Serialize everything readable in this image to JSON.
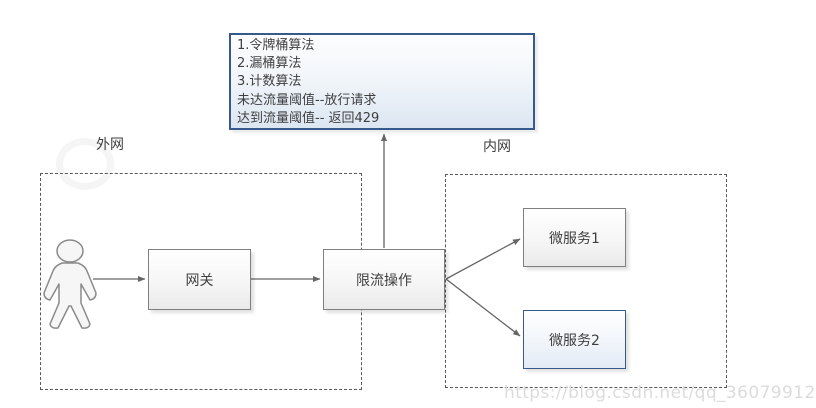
{
  "diagram": {
    "annotation_box": {
      "lines": [
        "1.令牌桶算法",
        "2.漏桶算法",
        "3.计数算法",
        "未达流量阈值--放行请求",
        "达到流量阈值-- 返回429"
      ]
    },
    "zones": {
      "external_label": "外网",
      "internal_label": "内网"
    },
    "nodes": {
      "gateway": "网关",
      "rate_limit": "限流操作",
      "microservice1": "微服务1",
      "microservice2": "微服务2"
    },
    "icons": {
      "user_actor": "user-actor-icon"
    },
    "watermark": "https://blog.csdn.net/qq_36079912",
    "colors": {
      "blue_border": "#38598c",
      "gray_border": "#7f7f7f",
      "arrow": "#666666",
      "blue_fill_bottom": "#dce6f2",
      "gray_fill_bottom": "#eaeaea",
      "dashed_zone": "#595959",
      "watermark_text": "#dcdcdc",
      "text": "#3f3f3f"
    }
  }
}
